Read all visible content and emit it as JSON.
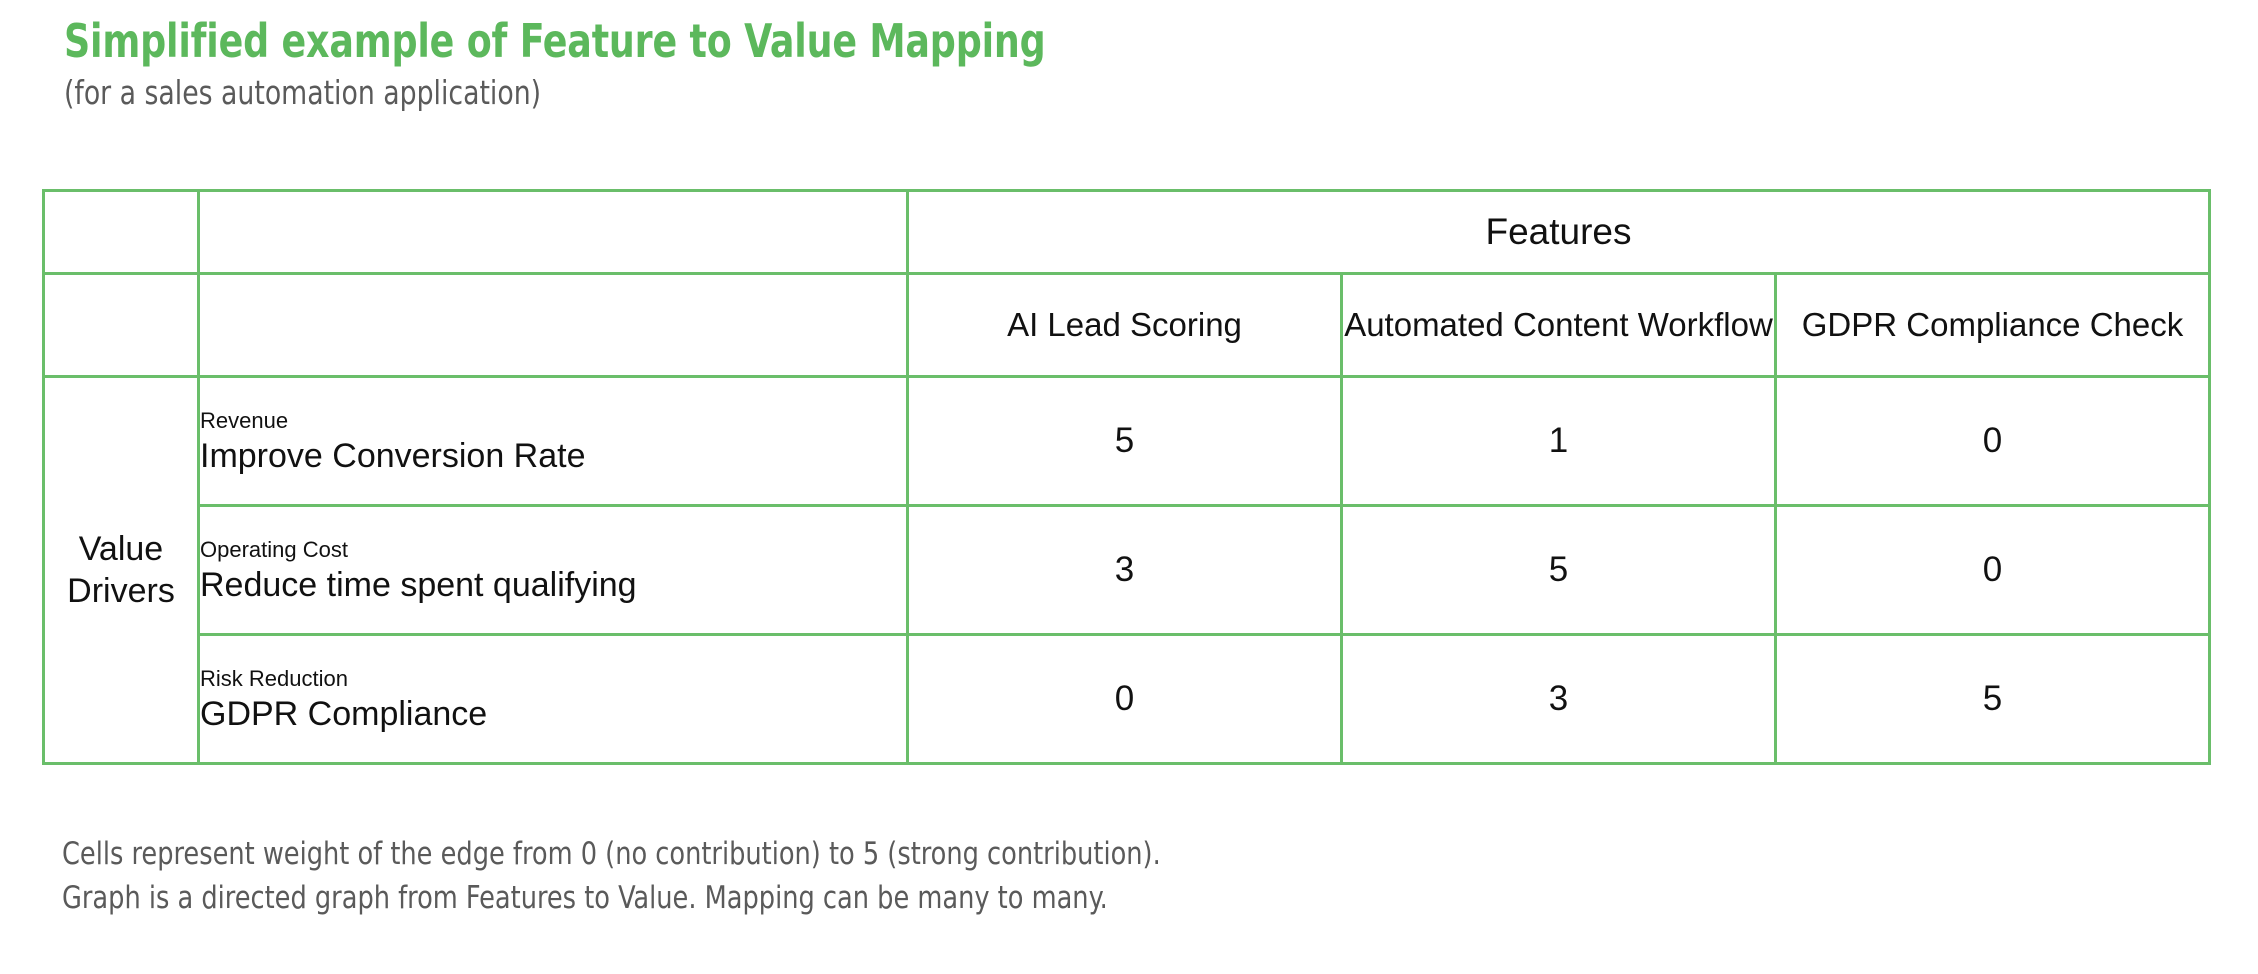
{
  "header": {
    "title": "Simplified example of Feature to Value Mapping",
    "subtitle": "(for a sales automation application)"
  },
  "colors": {
    "title_green": "#5cb85c",
    "border_green": "#6abe6a",
    "body_text": "#111111",
    "muted_text": "#5a5a5a",
    "background": "#ffffff"
  },
  "table": {
    "features_group_label": "Features",
    "row_group_label_line1": "Value",
    "row_group_label_line2": "Drivers",
    "feature_columns": [
      "AI Lead Scoring",
      "Automated Content Workflow",
      "GDPR Compliance Check"
    ],
    "rows": [
      {
        "category": "Revenue",
        "driver": "Improve Conversion Rate",
        "scores": [
          "5",
          "1",
          "0"
        ]
      },
      {
        "category": "Operating Cost",
        "driver": "Reduce time spent qualifying",
        "scores": [
          "3",
          "5",
          "0"
        ]
      },
      {
        "category": "Risk Reduction",
        "driver": "GDPR Compliance",
        "scores": [
          "0",
          "3",
          "5"
        ]
      }
    ]
  },
  "footnotes": [
    "Cells represent weight of the edge from 0 (no contribution) to 5 (strong contribution).",
    "Graph is a directed graph from Features to Value. Mapping can be many to many."
  ],
  "chart_data": {
    "type": "heatmap",
    "title": "Simplified example of Feature to Value Mapping",
    "subtitle": "(for a sales automation application)",
    "xlabel": "Features",
    "ylabel": "Value Drivers",
    "x_categories": [
      "AI Lead Scoring",
      "Automated Content Workflow",
      "GDPR Compliance Check"
    ],
    "y_categories": [
      "Improve Conversion Rate",
      "Reduce time spent qualifying",
      "GDPR Compliance"
    ],
    "y_category_groups": [
      "Revenue",
      "Operating Cost",
      "Risk Reduction"
    ],
    "values": [
      [
        5,
        1,
        0
      ],
      [
        3,
        5,
        0
      ],
      [
        0,
        3,
        5
      ]
    ],
    "value_range": [
      0,
      5
    ],
    "value_legend": {
      "0": "no contribution",
      "5": "strong contribution"
    },
    "grid": true,
    "legend": "none",
    "notes": [
      "Cells represent weight of the edge from 0 (no contribution) to 5 (strong contribution).",
      "Graph is a directed graph from Features to Value. Mapping can be many to many."
    ]
  }
}
